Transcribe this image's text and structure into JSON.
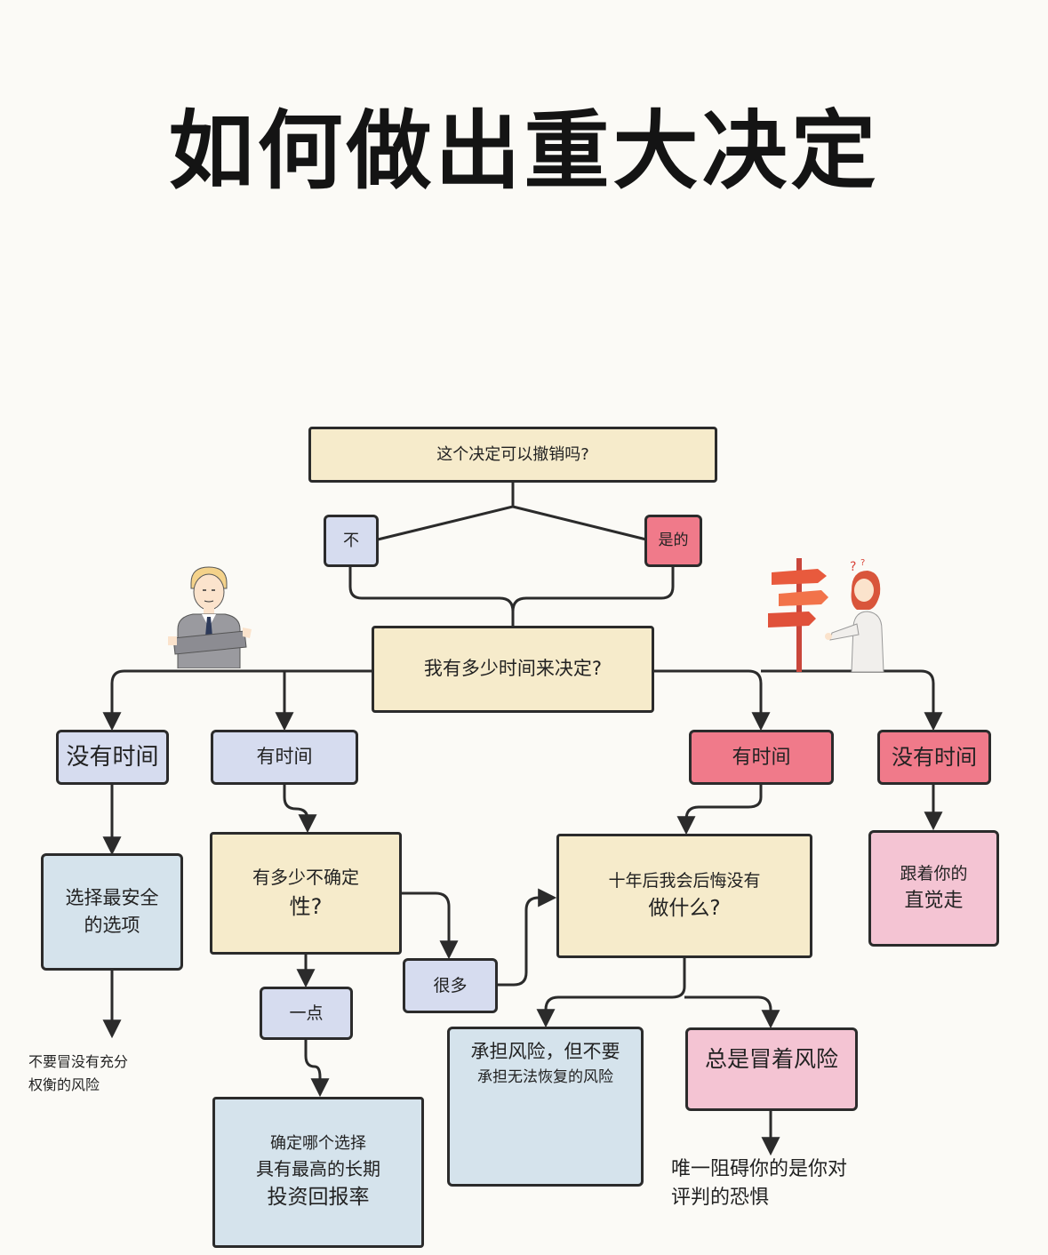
{
  "title": "如何做出重大决定",
  "nodes": {
    "q1": "这个决定可以撤销吗?",
    "no": "不",
    "yes": "是的",
    "q2": "我有多少时间来决定?",
    "left_no_time": "没有时间",
    "left_have_time": "有时间",
    "right_have_time": "有时间",
    "right_no_time": "没有时间",
    "safest_line1": "选择最安全",
    "safest_line2": "的选项",
    "uncertainty_line1": "有多少不确定",
    "uncertainty_line2": "性?",
    "a_little": "一点",
    "a_lot": "很多",
    "roi_line1": "确定哪个选择",
    "roi_line2": "具有最高的长期",
    "roi_line3": "投资回报率",
    "regret_line1": "十年后我会后悔没有",
    "regret_line2": "做什么?",
    "gut_line1": "跟着你的",
    "gut_line2": "直觉走",
    "risk_line1": "承担风险，但不要",
    "risk_line2": "承担无法恢复的风险",
    "always_risk": "总是冒着风险"
  },
  "notes": {
    "no_risk_line1": "不要冒没有充分",
    "no_risk_line2": "权衡的风险",
    "fear_line1": "唯一阻碍你的是你对",
    "fear_line2": "评判的恐惧"
  },
  "colors": {
    "beige": "#f6ebcb",
    "blue": "#d6dcef",
    "pink": "#f07a8a",
    "light_pink": "#f4c4d3",
    "light_blue": "#d5e3ec"
  },
  "icons": [
    "businessman-arms-crossed-icon",
    "woman-confused-signpost-icon"
  ]
}
